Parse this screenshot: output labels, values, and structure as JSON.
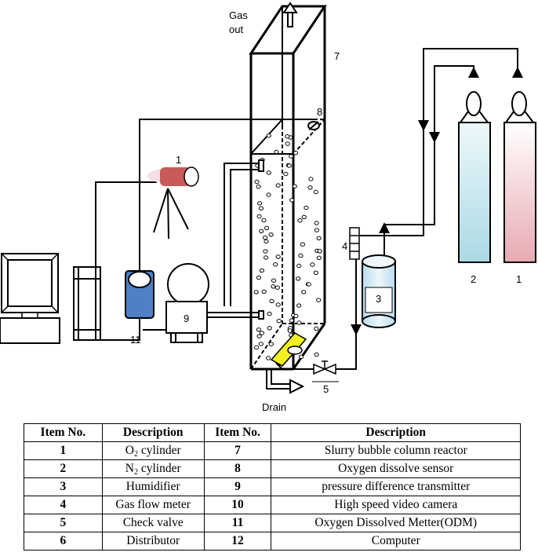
{
  "labels": {
    "gas_out_1": "Gas",
    "gas_out_2": "out",
    "drain": "Drain",
    "n7": "7",
    "n8": "8",
    "n1_camera": "1",
    "n4": "4",
    "n3": "3",
    "n2": "2",
    "n1": "1",
    "n9": "9",
    "n11": "11",
    "n6": "6",
    "n5": "5"
  },
  "colors": {
    "camera": "#c85a5a",
    "odm": "#4f7fc4",
    "distributor": "#f2f020",
    "n2_cylinder": "#b9e2ea",
    "o2_cylinder": "#f0c6cc",
    "humidifier": "#cfe6f2"
  },
  "table": {
    "headers": [
      "Item No.",
      "Description",
      "Item No.",
      "Description"
    ],
    "rows": [
      {
        "no1": "1",
        "d1_pre": "O",
        "d1_sub": "2",
        "d1_post": " cylinder",
        "no2": "7",
        "d2": "Slurry bubble column reactor"
      },
      {
        "no1": "2",
        "d1_pre": "N",
        "d1_sub": "2",
        "d1_post": " cylinder",
        "no2": "8",
        "d2": "Oxygen dissolve sensor"
      },
      {
        "no1": "3",
        "d1_pre": "Humidifier",
        "d1_sub": "",
        "d1_post": "",
        "no2": "9",
        "d2": "pressure difference transmitter"
      },
      {
        "no1": "4",
        "d1_pre": "Gas flow meter",
        "d1_sub": "",
        "d1_post": "",
        "no2": "10",
        "d2": "High speed video camera"
      },
      {
        "no1": "5",
        "d1_pre": "Check valve",
        "d1_sub": "",
        "d1_post": "",
        "no2": "11",
        "d2": "Oxygen Dissolved Metter(ODM)"
      },
      {
        "no1": "6",
        "d1_pre": "Distributor",
        "d1_sub": "",
        "d1_post": "",
        "no2": "12",
        "d2": "Computer"
      }
    ]
  }
}
